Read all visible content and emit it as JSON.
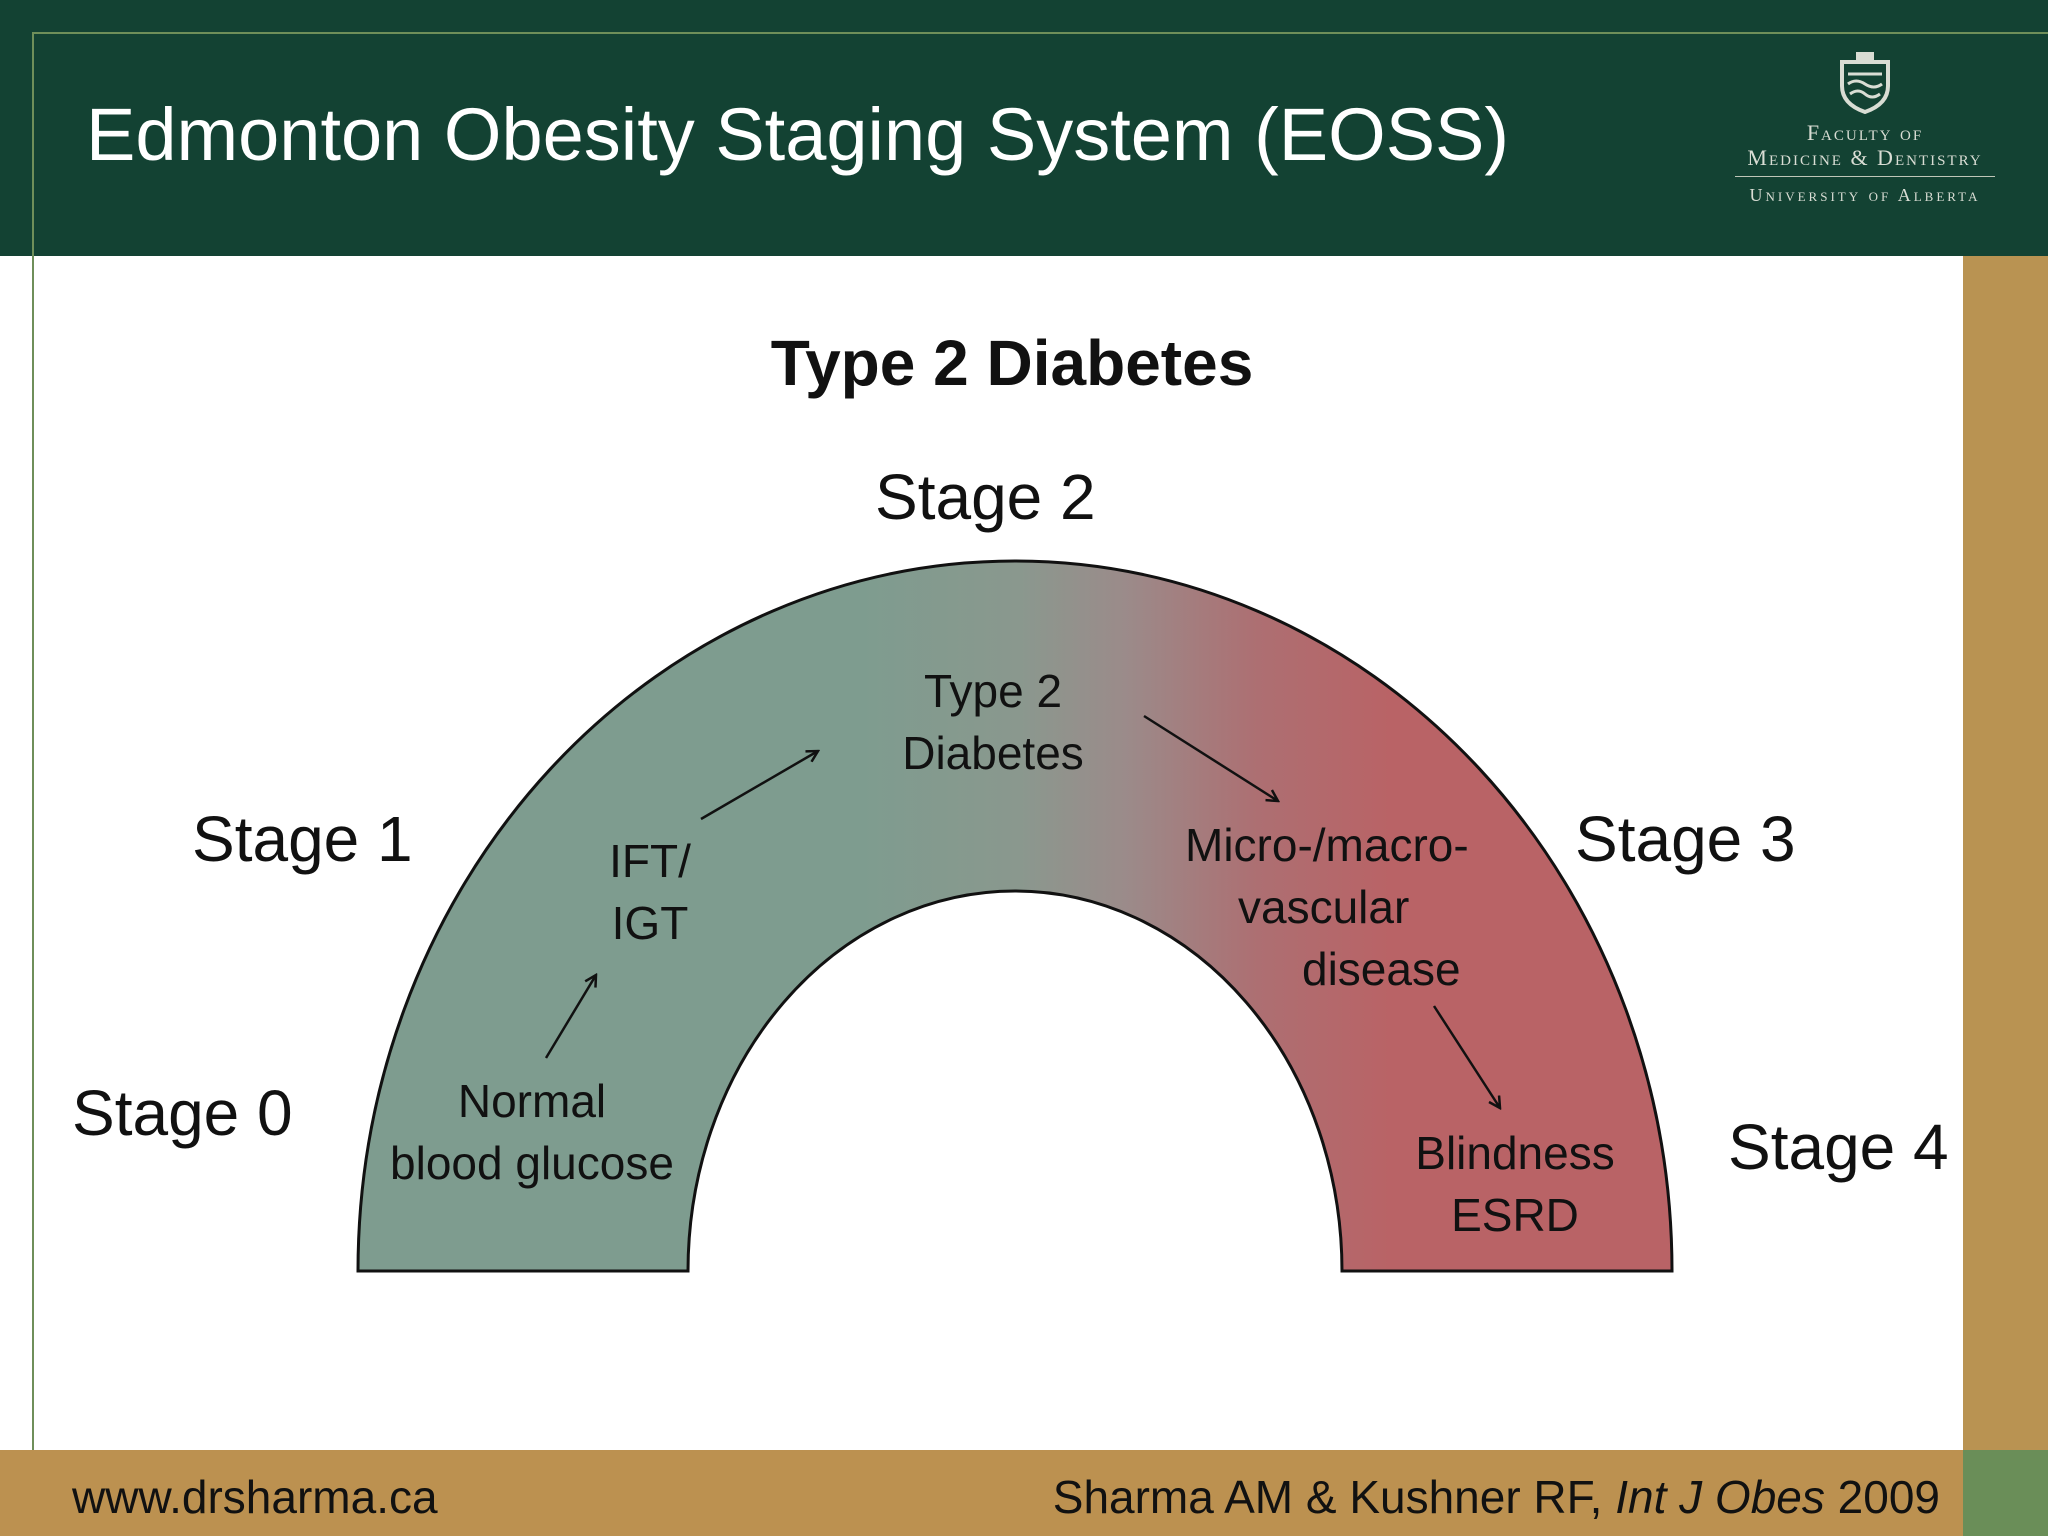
{
  "header": {
    "title": "Edmonton Obesity Staging System (EOSS)",
    "logo": {
      "line1": "Faculty of",
      "line2": "Medicine & Dentistry",
      "line3": "University of Alberta"
    }
  },
  "diagram": {
    "title": "Type 2 Diabetes",
    "stages": [
      "Stage 0",
      "Stage 1",
      "Stage 2",
      "Stage 3",
      "Stage 4"
    ],
    "labels": {
      "normal": [
        "Normal",
        "blood glucose"
      ],
      "ift": [
        "IFT/",
        "IGT"
      ],
      "t2d": [
        "Type 2",
        "Diabetes"
      ],
      "vascular": [
        "Micro-/macro-",
        "vascular",
        "disease"
      ],
      "blind": [
        "Blindness",
        "ESRD"
      ]
    },
    "colors": {
      "green": "#7e9c8f",
      "red": "#b96366"
    }
  },
  "footer": {
    "website": "www.drsharma.ca",
    "citation_authors": "Sharma AM & Kushner RF, ",
    "citation_journal": "Int J Obes",
    "citation_year": " 2009"
  }
}
